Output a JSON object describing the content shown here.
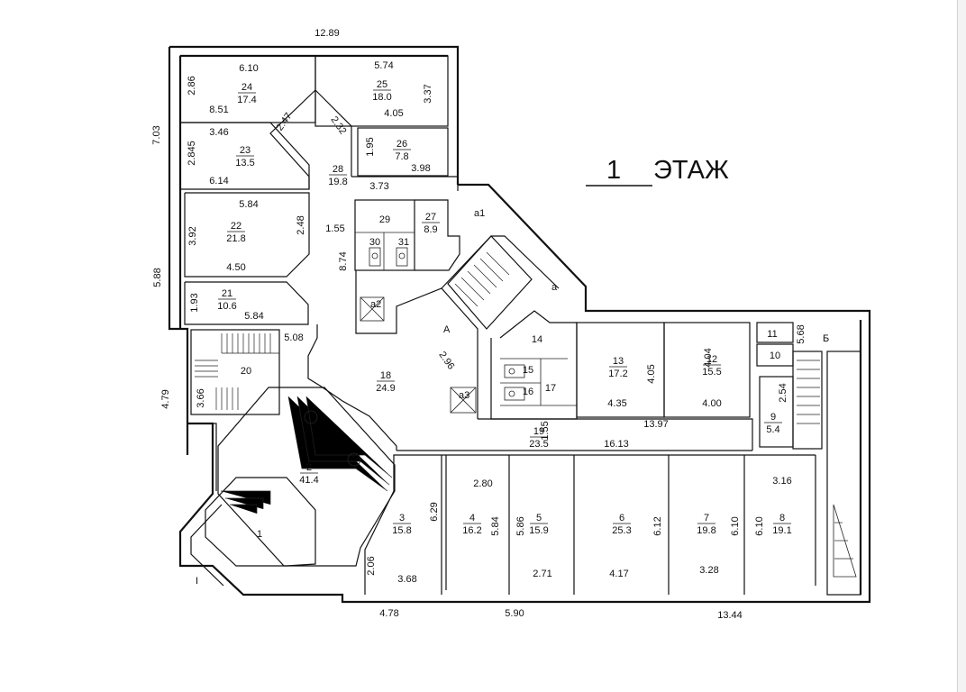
{
  "floor_title": "ЭТАЖ",
  "floor_number": "1",
  "rooms": [
    {
      "id": "rm1",
      "num": "1",
      "area": ""
    },
    {
      "id": "rm2",
      "num": "2",
      "area": "41.4"
    },
    {
      "id": "rm3",
      "num": "3",
      "area": "15.8"
    },
    {
      "id": "rm4",
      "num": "4",
      "area": "16.2"
    },
    {
      "id": "rm5",
      "num": "5",
      "area": "15.9"
    },
    {
      "id": "rm6",
      "num": "6",
      "area": "25.3"
    },
    {
      "id": "rm7",
      "num": "7",
      "area": "19.8"
    },
    {
      "id": "rm8",
      "num": "8",
      "area": "19.1"
    },
    {
      "id": "rm10",
      "num": "10",
      "area": ""
    },
    {
      "id": "rm11",
      "num": "11",
      "area": ""
    },
    {
      "id": "rm12",
      "num": "12",
      "area": "15.5"
    },
    {
      "id": "rm13",
      "num": "13",
      "area": "17.2"
    },
    {
      "id": "rm14",
      "num": "14",
      "area": ""
    },
    {
      "id": "rm15",
      "num": "15",
      "area": ""
    },
    {
      "id": "rm16",
      "num": "16",
      "area": ""
    },
    {
      "id": "rm17",
      "num": "17",
      "area": ""
    },
    {
      "id": "rm18",
      "num": "18",
      "area": "24.9"
    },
    {
      "id": "rm19",
      "num": "19",
      "area": "23.5"
    },
    {
      "id": "rm20",
      "num": "20",
      "area": ""
    },
    {
      "id": "rm21",
      "num": "21",
      "area": "10.6"
    },
    {
      "id": "rm22",
      "num": "22",
      "area": "21.8"
    },
    {
      "id": "rm23",
      "num": "23",
      "area": "13.5"
    },
    {
      "id": "rm24",
      "num": "24",
      "area": "17.4"
    },
    {
      "id": "rm25",
      "num": "25",
      "area": "18.0"
    },
    {
      "id": "rm26",
      "num": "26",
      "area": "7.8"
    },
    {
      "id": "rm27",
      "num": "27",
      "area": "8.9"
    },
    {
      "id": "rm28",
      "num": "28",
      "area": "19.8"
    },
    {
      "id": "rm29",
      "num": "29",
      "area": ""
    },
    {
      "id": "rm30",
      "num": "30",
      "area": ""
    },
    {
      "id": "rm31",
      "num": "31",
      "area": ""
    },
    {
      "id": "rm9",
      "num": "9",
      "area": "5.4"
    }
  ],
  "letters": {
    "A": "А",
    "a": "а",
    "a1": "а1",
    "a2": "а2",
    "a3": "а3",
    "B": "Б",
    "I": "I"
  },
  "dimensions": [
    "12.89",
    "6.10",
    "5.74",
    "2.86",
    "8.51",
    "3.37",
    "4.05",
    "7.03",
    "2.47",
    "2.32",
    "3.46",
    "2.845",
    "1.95",
    "3.98",
    "6.14",
    "3.73",
    "5.84",
    "3.92",
    "2.48",
    "1.55",
    "8.74",
    "4.50",
    "5.88",
    "1.93",
    "5.84",
    "5.08",
    "4.79",
    "3.66",
    "2.96",
    "4.05",
    "4.04",
    "4.35",
    "4.00",
    "5.68",
    "2.54",
    "13.97",
    "1.55",
    "16.13",
    "2.80",
    "6.29",
    "5.86",
    "5.84",
    "6.12",
    "6.10",
    "6.10",
    "3.16",
    "2.06",
    "3.68",
    "2.71",
    "4.17",
    "3.28",
    "4.78",
    "5.90",
    "13.44"
  ]
}
